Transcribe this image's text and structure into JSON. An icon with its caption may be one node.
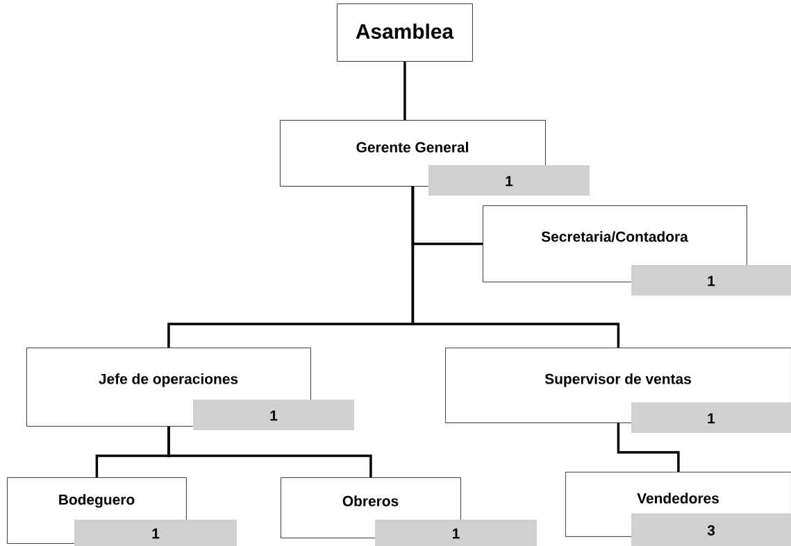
{
  "diagram": {
    "nodes": [
      {
        "text": [
          "Asamblea"
        ]
      },
      {
        "text": [
          "Gerente General",
          "1"
        ]
      },
      {
        "text": [
          "Secretaria/Contadora",
          "1"
        ]
      },
      {
        "text": [
          "Jefe de operaciones",
          "1"
        ]
      },
      {
        "text": [
          "Supervisor de ventas",
          "1"
        ]
      },
      {
        "text": [
          "Bodeguero",
          "1"
        ]
      },
      {
        "text": [
          "Obreros",
          "1"
        ]
      },
      {
        "text": [
          "Vendedores",
          "3"
        ]
      }
    ],
    "edges": [
      {
        "from": 0,
        "to": 1,
        "arrow": "none"
      },
      {
        "from": 1,
        "to": 2,
        "arrow": "none"
      },
      {
        "from": 1,
        "to": 3,
        "arrow": "none"
      },
      {
        "from": 1,
        "to": 4,
        "arrow": "none"
      },
      {
        "from": 3,
        "to": 5,
        "arrow": "none"
      },
      {
        "from": 3,
        "to": 6,
        "arrow": "none"
      },
      {
        "from": 4,
        "to": 7,
        "arrow": "none"
      }
    ]
  }
}
